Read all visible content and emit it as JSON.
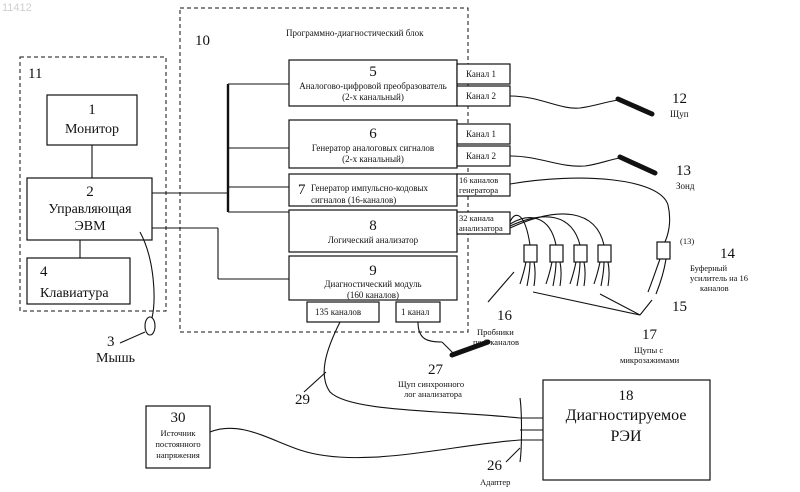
{
  "watermark": "11412",
  "labels": {
    "block_title": "Программно-диагностический блок",
    "n10": "10",
    "n11": "11",
    "n1": "1",
    "monitor": "Монитор",
    "n2": "2",
    "evm1": "Управляющая",
    "evm2": "ЭВМ",
    "n4": "4",
    "keyboard": "Клавиатура",
    "n3": "3",
    "mouse": "Мышь",
    "n5": "5",
    "adc1": "Аналогово-цифровой преобразователь",
    "adc2": "(2-х канальный)",
    "n6": "6",
    "gen1": "Генератор аналоговых сигналов",
    "gen2": "(2-х канальный)",
    "n7": "7",
    "pulse1": "Генератор импульсно-кодовых",
    "pulse2": "сигналов (16-каналов)",
    "n8": "8",
    "logic": "Логический анализатор",
    "n9": "9",
    "diag1": "Диагностический модуль",
    "diag2": "(160 каналов)",
    "ch1a": "Канал 1",
    "ch2a": "Канал 2",
    "ch1b": "Канал 1",
    "ch2b": "Канал 2",
    "gen16a": "16 каналов",
    "gen16b": "генератора",
    "la32a": "32 канала",
    "la32b": "анализатора",
    "ch135": "135 каналов",
    "ch1c": "1 канал",
    "n12": "12",
    "probe": "Щуп",
    "n13": "13",
    "zond": "Зонд",
    "n14": "14",
    "n14p": "(13)",
    "buf1": "Буферный",
    "buf2": "усилитель на 16",
    "buf3": "каналов",
    "n15": "15",
    "n16": "16",
    "pr1": "Пробники",
    "pr2": "по 8 каналов",
    "n17": "17",
    "cl1": "Щупы с",
    "cl2": "микрозажимами",
    "n27": "27",
    "sync1": "Щуп  синхронного",
    "sync2": "лог анализатора",
    "n29": "29",
    "n30": "30",
    "ps1": "Источник",
    "ps2": "постоянного",
    "ps3": "напряжения",
    "n26": "26",
    "adapter": "Адаптер",
    "n18": "18",
    "dut1": "Диагностируемое",
    "dut2": "РЭИ"
  }
}
